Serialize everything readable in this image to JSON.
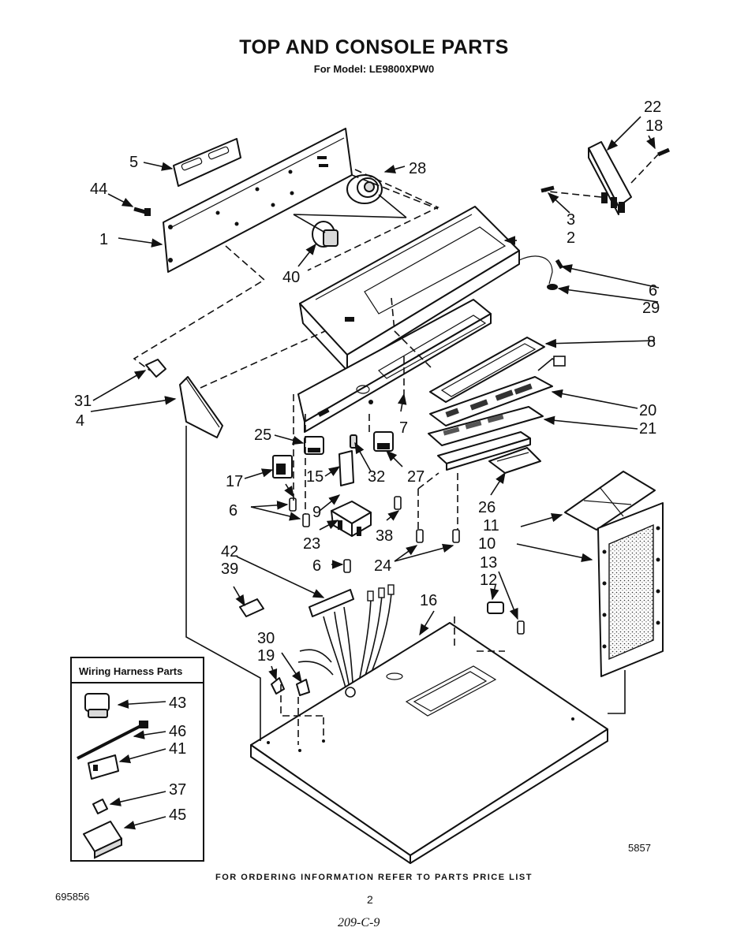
{
  "header": {
    "title": "TOP AND CONSOLE PARTS",
    "subtitle": "For Model: LE9800XPW0"
  },
  "footer": {
    "ordering_note": "FOR ORDERING INFORMATION REFER TO PARTS PRICE LIST",
    "document_number": "695856",
    "page_number": "2",
    "handwritten_note": "209-C-9",
    "figure_number": "5857"
  },
  "wiring_harness": {
    "title": "Wiring Harness Parts",
    "items": [
      "43",
      "46",
      "41",
      "37",
      "45"
    ]
  },
  "callouts": {
    "c1": "1",
    "c2": "2",
    "c3": "3",
    "c4": "4",
    "c5": "5",
    "c6a": "6",
    "c6b": "6",
    "c6c": "6",
    "c7": "7",
    "c8": "8",
    "c9": "9",
    "c10": "10",
    "c11": "11",
    "c12": "12",
    "c13": "13",
    "c15": "15",
    "c16": "16",
    "c17": "17",
    "c18": "18",
    "c19": "19",
    "c20": "20",
    "c21": "21",
    "c22": "22",
    "c23": "23",
    "c24": "24",
    "c25": "25",
    "c26": "26",
    "c27": "27",
    "c28": "28",
    "c29": "29",
    "c30": "30",
    "c31": "31",
    "c32": "32",
    "c38": "38",
    "c39": "39",
    "c40": "40",
    "c42": "42",
    "c44": "44"
  }
}
